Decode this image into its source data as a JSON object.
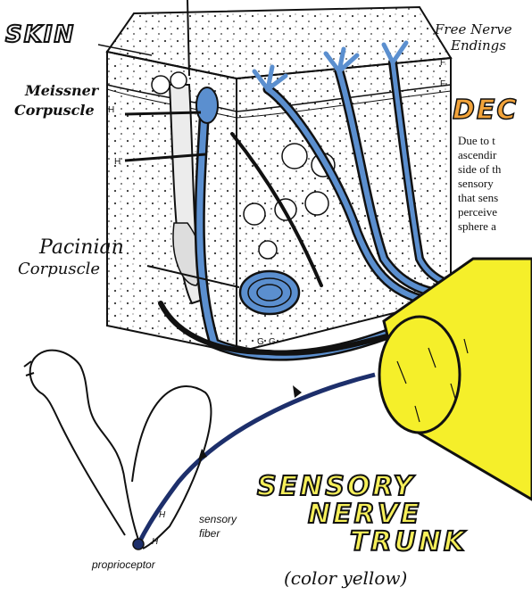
{
  "labels": {
    "skin": "SKIN",
    "free_nerve_endings_line1": "Free Nerve",
    "free_nerve_endings_line2": "Endings",
    "meissner_line1": "Meissner",
    "meissner_line2": "Corpuscle",
    "pacinian_line1": "Pacinian",
    "pacinian_line2": "Corpuscle",
    "sensory_fiber_line1": "sensory",
    "sensory_fiber_line2": "fiber",
    "proprioceptor": "proprioceptor",
    "trunk_line1": "SENSORY",
    "trunk_line2": "NERVE",
    "trunk_line3": "TRUNK",
    "color_note": "(color yellow)",
    "h": "H",
    "f": "F",
    "g": "G"
  },
  "decussation": {
    "heading": "DEC",
    "lines": [
      "Due to t",
      "ascendir",
      "side of th",
      "sensory",
      "that sens",
      "perceive",
      "sphere a"
    ]
  },
  "colors": {
    "nerve_blue": "#5b8fcf",
    "trunk_yellow": "#f5ef2a",
    "fiber_navy": "#1d2f6b",
    "heading_orange": "#f2a33a"
  }
}
